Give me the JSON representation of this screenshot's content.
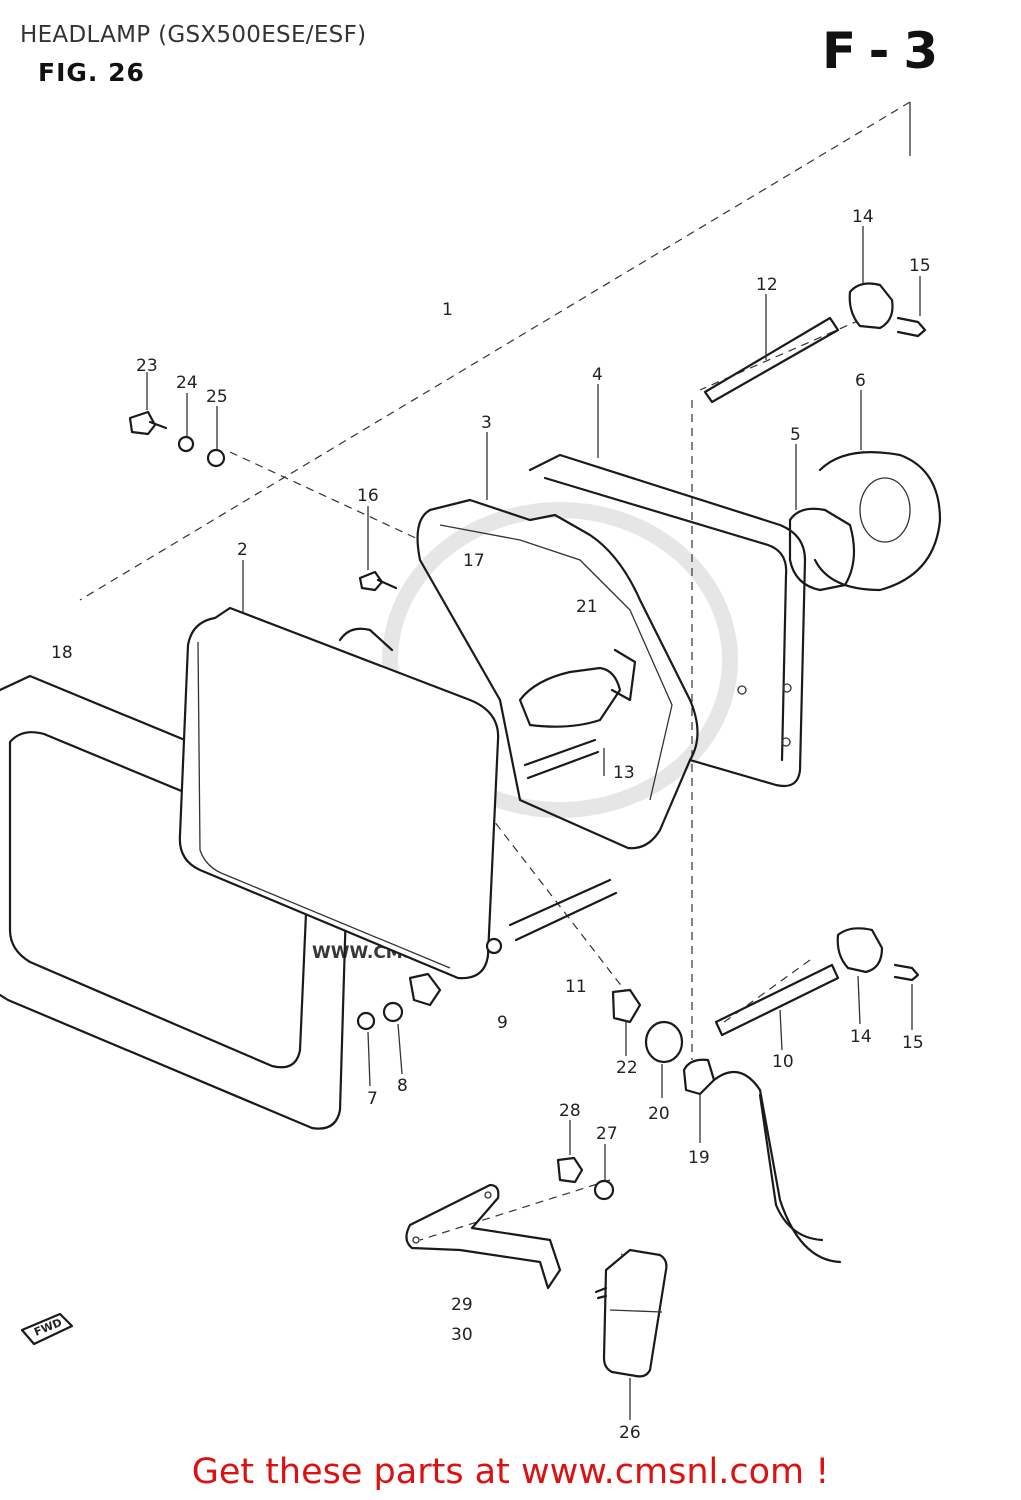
{
  "header": {
    "title": "HEADLAMP (GSX500ESE/ESF)",
    "figure": "FIG. 26",
    "section": "F-3"
  },
  "watermark": {
    "text": "WWW.CMSNL.COM"
  },
  "direction_marker": "FWD",
  "callouts": [
    {
      "id": "1",
      "label": "1"
    },
    {
      "id": "2",
      "label": "2"
    },
    {
      "id": "3",
      "label": "3"
    },
    {
      "id": "4",
      "label": "4"
    },
    {
      "id": "5",
      "label": "5"
    },
    {
      "id": "6",
      "label": "6"
    },
    {
      "id": "7",
      "label": "7"
    },
    {
      "id": "8",
      "label": "8"
    },
    {
      "id": "9",
      "label": "9"
    },
    {
      "id": "10",
      "label": "10"
    },
    {
      "id": "11",
      "label": "11"
    },
    {
      "id": "12",
      "label": "12"
    },
    {
      "id": "13",
      "label": "13"
    },
    {
      "id": "14a",
      "label": "14"
    },
    {
      "id": "14b",
      "label": "14"
    },
    {
      "id": "15a",
      "label": "15"
    },
    {
      "id": "15b",
      "label": "15"
    },
    {
      "id": "16",
      "label": "16"
    },
    {
      "id": "17",
      "label": "17"
    },
    {
      "id": "18",
      "label": "18"
    },
    {
      "id": "19",
      "label": "19"
    },
    {
      "id": "20",
      "label": "20"
    },
    {
      "id": "21",
      "label": "21"
    },
    {
      "id": "22",
      "label": "22"
    },
    {
      "id": "23",
      "label": "23"
    },
    {
      "id": "24",
      "label": "24"
    },
    {
      "id": "25",
      "label": "25"
    },
    {
      "id": "26",
      "label": "26"
    },
    {
      "id": "27",
      "label": "27"
    },
    {
      "id": "28",
      "label": "28"
    },
    {
      "id": "29",
      "label": "29"
    },
    {
      "id": "30",
      "label": "30"
    }
  ],
  "footer": {
    "text": "Get these parts at www.cmsnl.com !"
  }
}
